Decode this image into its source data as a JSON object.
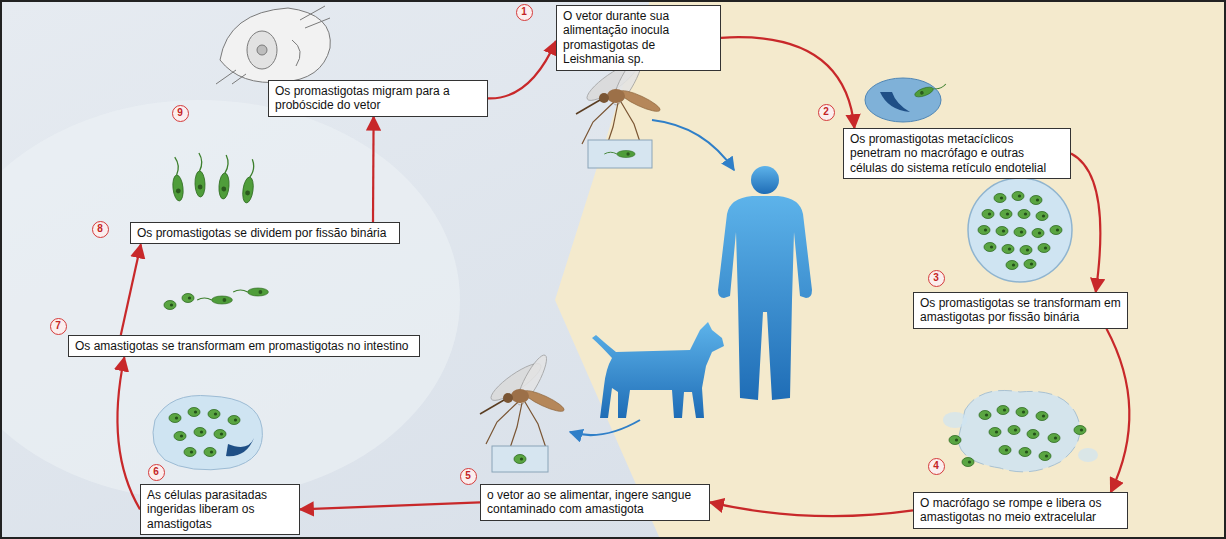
{
  "diagram": {
    "nodes": [
      {
        "text": [
          "O vetor durante sua alimentação inocula promastigotas de Leishmania sp."
        ]
      },
      {
        "text": [
          "Os promastigotas metacíclicos penetram no macrófago e outras células do sistema retículo endotelial"
        ]
      },
      {
        "text": [
          "Os promastigotas se transformam em amastigotas por fissão binária"
        ]
      },
      {
        "text": [
          "O macrófago se rompe e libera os amastigotas no meio extracelular"
        ]
      },
      {
        "text": [
          "o vetor ao se alimentar, ingere sangue contaminado com amastigota"
        ]
      },
      {
        "text": [
          "As células parasitadas ingeridas liberam os amastigotas"
        ]
      },
      {
        "text": [
          "Os amastigotas se transformam em promastigotas no intestino"
        ]
      },
      {
        "text": [
          "Os promastigotas se dividem por fissão binária"
        ]
      },
      {
        "text": [
          "Os promastigotas migram para a probóscide do vetor"
        ]
      }
    ],
    "edges": [
      {
        "from": 0,
        "to": 1,
        "arrow": "to"
      },
      {
        "from": 1,
        "to": 2,
        "arrow": "to"
      },
      {
        "from": 2,
        "to": 3,
        "arrow": "to"
      },
      {
        "from": 3,
        "to": 4,
        "arrow": "to"
      },
      {
        "from": 4,
        "to": 5,
        "arrow": "to"
      },
      {
        "from": 5,
        "to": 6,
        "arrow": "to"
      },
      {
        "from": 6,
        "to": 7,
        "arrow": "to"
      },
      {
        "from": 7,
        "to": 8,
        "arrow": "to"
      },
      {
        "from": 8,
        "to": 0,
        "arrow": "to"
      }
    ],
    "labels": [
      "1",
      "2",
      "3",
      "4",
      "5",
      "6",
      "7",
      "8",
      "9"
    ]
  }
}
